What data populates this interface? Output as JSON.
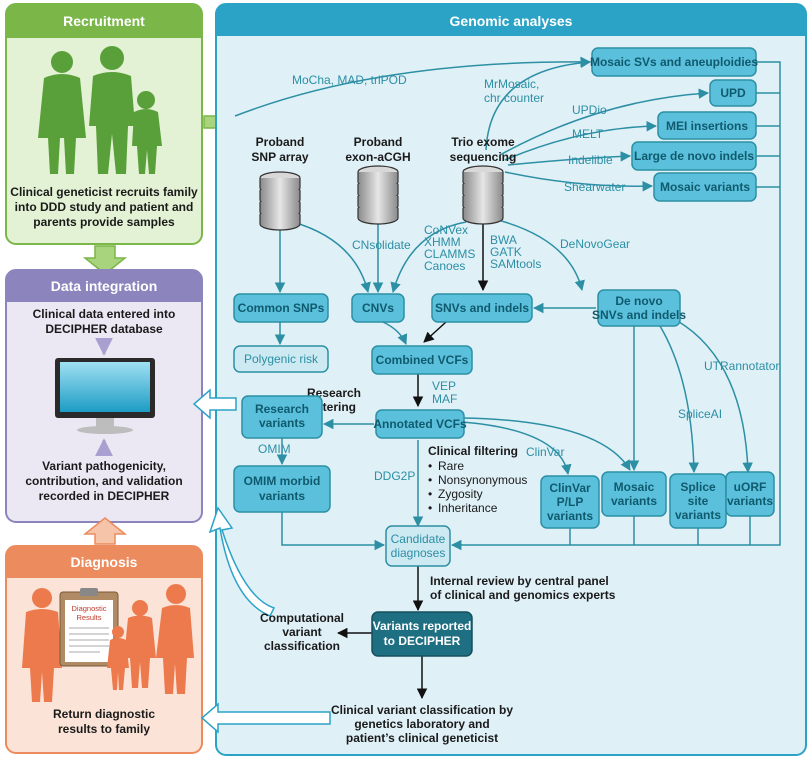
{
  "colors": {
    "recruitment_header": "#7ab648",
    "recruitment_bg": "#e3f1d4",
    "integration_header": "#8c84bd",
    "integration_bg": "#ebe8f4",
    "diagnosis_header": "#ec8b5e",
    "diagnosis_bg": "#fbe4d7",
    "genomic_header": "#2ba3c6",
    "genomic_bg": "#dff0f7",
    "node_fill": "#5bc0dc",
    "node_light": "#cde9f2",
    "node_dark": "#1e6f82",
    "line": "#2c8fa4"
  },
  "panels": {
    "recruitment": {
      "title": "Recruitment",
      "text": [
        "Clinical geneticist recruits family",
        "into DDD study and patient and",
        "parents provide samples"
      ]
    },
    "integration": {
      "title": "Data integration",
      "top_text": [
        "Clinical data entered into",
        "DECIPHER database"
      ],
      "bottom_text": [
        "Variant pathogenicity,",
        "contribution, and validation",
        "recorded in DECIPHER"
      ]
    },
    "diagnosis": {
      "title": "Diagnosis",
      "clipboard": [
        "Diagnostic",
        "Results"
      ],
      "text": [
        "Return diagnostic",
        "results to family"
      ]
    },
    "genomic": {
      "title": "Genomic analyses"
    }
  },
  "sources": {
    "snp": [
      "Proband",
      "SNP array"
    ],
    "acgh": [
      "Proband",
      "exon-aCGH"
    ],
    "trio": [
      "Trio exome",
      "sequencing"
    ]
  },
  "tools": {
    "mocha": "MoCha, MAD, triPOD",
    "mrmosaic": [
      "MrMosaic,",
      "chr counter"
    ],
    "updio": "UPDio",
    "melt": "MELT",
    "indelible": "Indelible",
    "shearwater": "Shearwater",
    "cnsolidate": "CNsolidate",
    "cnv_callers": [
      "CoNVex",
      "XHMM",
      "CLAMMS",
      "Canoes"
    ],
    "aligners": [
      "BWA",
      "GATK",
      "SAMtools"
    ],
    "denovogear": "DeNovoGear",
    "vep": [
      "VEP",
      "MAF"
    ],
    "omim": "OMIM",
    "ddg2p": "DDG2P",
    "clinvar": "ClinVar",
    "spliceai": "SpliceAI",
    "utrannotator": "UTRannotator"
  },
  "nodes": {
    "mosaic_svs": "Mosaic SVs and aneuploidies",
    "upd": "UPD",
    "mei": "MEI insertions",
    "large_indels": "Large de novo indels",
    "mosaic_variants_top": "Mosaic variants",
    "common_snps": "Common SNPs",
    "cnvs": "CNVs",
    "snvs": "SNVs and indels",
    "denovo": [
      "De novo",
      "SNVs and indels"
    ],
    "polygenic": "Polygenic risk",
    "combined_vcfs": "Combined VCFs",
    "research_variants": [
      "Research",
      "variants"
    ],
    "annotated_vcfs": "Annotated VCFs",
    "omim_morbid": [
      "OMIM morbid",
      "variants"
    ],
    "clinvar_variants": [
      "ClinVar",
      "P/LP",
      "variants"
    ],
    "mosaic_variants": [
      "Mosaic",
      "variants"
    ],
    "splice": [
      "Splice",
      "site",
      "variants"
    ],
    "uorf": [
      "uORF",
      "variants"
    ],
    "candidate": [
      "Candidate",
      "diagnoses"
    ],
    "reported": [
      "Variants reported",
      "to DECIPHER"
    ]
  },
  "annotations": {
    "research_filtering": [
      "Research",
      "filtering"
    ],
    "clinical_filtering": {
      "title": "Clinical filtering",
      "items": [
        "Rare",
        "Nonsynonymous",
        "Zygosity",
        "Inheritance"
      ]
    },
    "internal_review": [
      "Internal review by central panel",
      "of clinical and genomics experts"
    ],
    "computational": [
      "Computational",
      "variant",
      "classification"
    ],
    "clinical_classification": [
      "Clinical variant classification by",
      "genetics laboratory and",
      "patient’s clinical geneticist"
    ]
  }
}
